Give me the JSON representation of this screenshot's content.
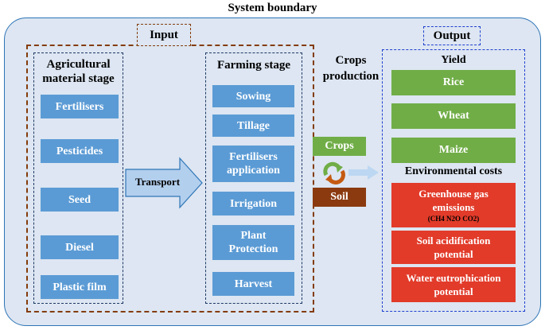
{
  "title": "System boundary",
  "input": {
    "label": "Input",
    "agri_stage": {
      "title_line1": "Agricultural",
      "title_line2": "material stage",
      "items": [
        "Fertilisers",
        "Pesticides",
        "Seed",
        "Diesel",
        "Plastic film"
      ]
    },
    "transport_label": "Transport",
    "farming_stage": {
      "title": "Farming stage",
      "items": [
        {
          "line1": "Sowing",
          "line2": ""
        },
        {
          "line1": "Tillage",
          "line2": ""
        },
        {
          "line1": "Fertilisers",
          "line2": "application"
        },
        {
          "line1": "Irrigation",
          "line2": ""
        },
        {
          "line1": "Plant",
          "line2": "Protection"
        },
        {
          "line1": "Harvest",
          "line2": ""
        }
      ]
    }
  },
  "production": {
    "line1": "Crops",
    "line2": "production",
    "crops_label": "Crops",
    "soil_label": "Soil"
  },
  "output": {
    "label": "Output",
    "yield_title": "Yield",
    "yield_items": [
      "Rice",
      "Wheat",
      "Maize"
    ],
    "env_title": "Environmental costs",
    "env_items": [
      {
        "line1": "Greenhouse gas",
        "line2": "emissions",
        "sub": "(CH4  N2O  CO2)"
      },
      {
        "line1": "Soil acidification",
        "line2": "potential",
        "sub": ""
      },
      {
        "line1": "Water eutrophication",
        "line2": "potential",
        "sub": ""
      }
    ]
  },
  "colors": {
    "boundary_fill": "#dde6f2",
    "stage_blue": "#5b9bd5",
    "yield_green": "#70ad47",
    "cost_red": "#e23b2a",
    "soil_brown": "#8b3a0f",
    "input_border": "#843c0c",
    "output_border": "#1f3fd0"
  }
}
